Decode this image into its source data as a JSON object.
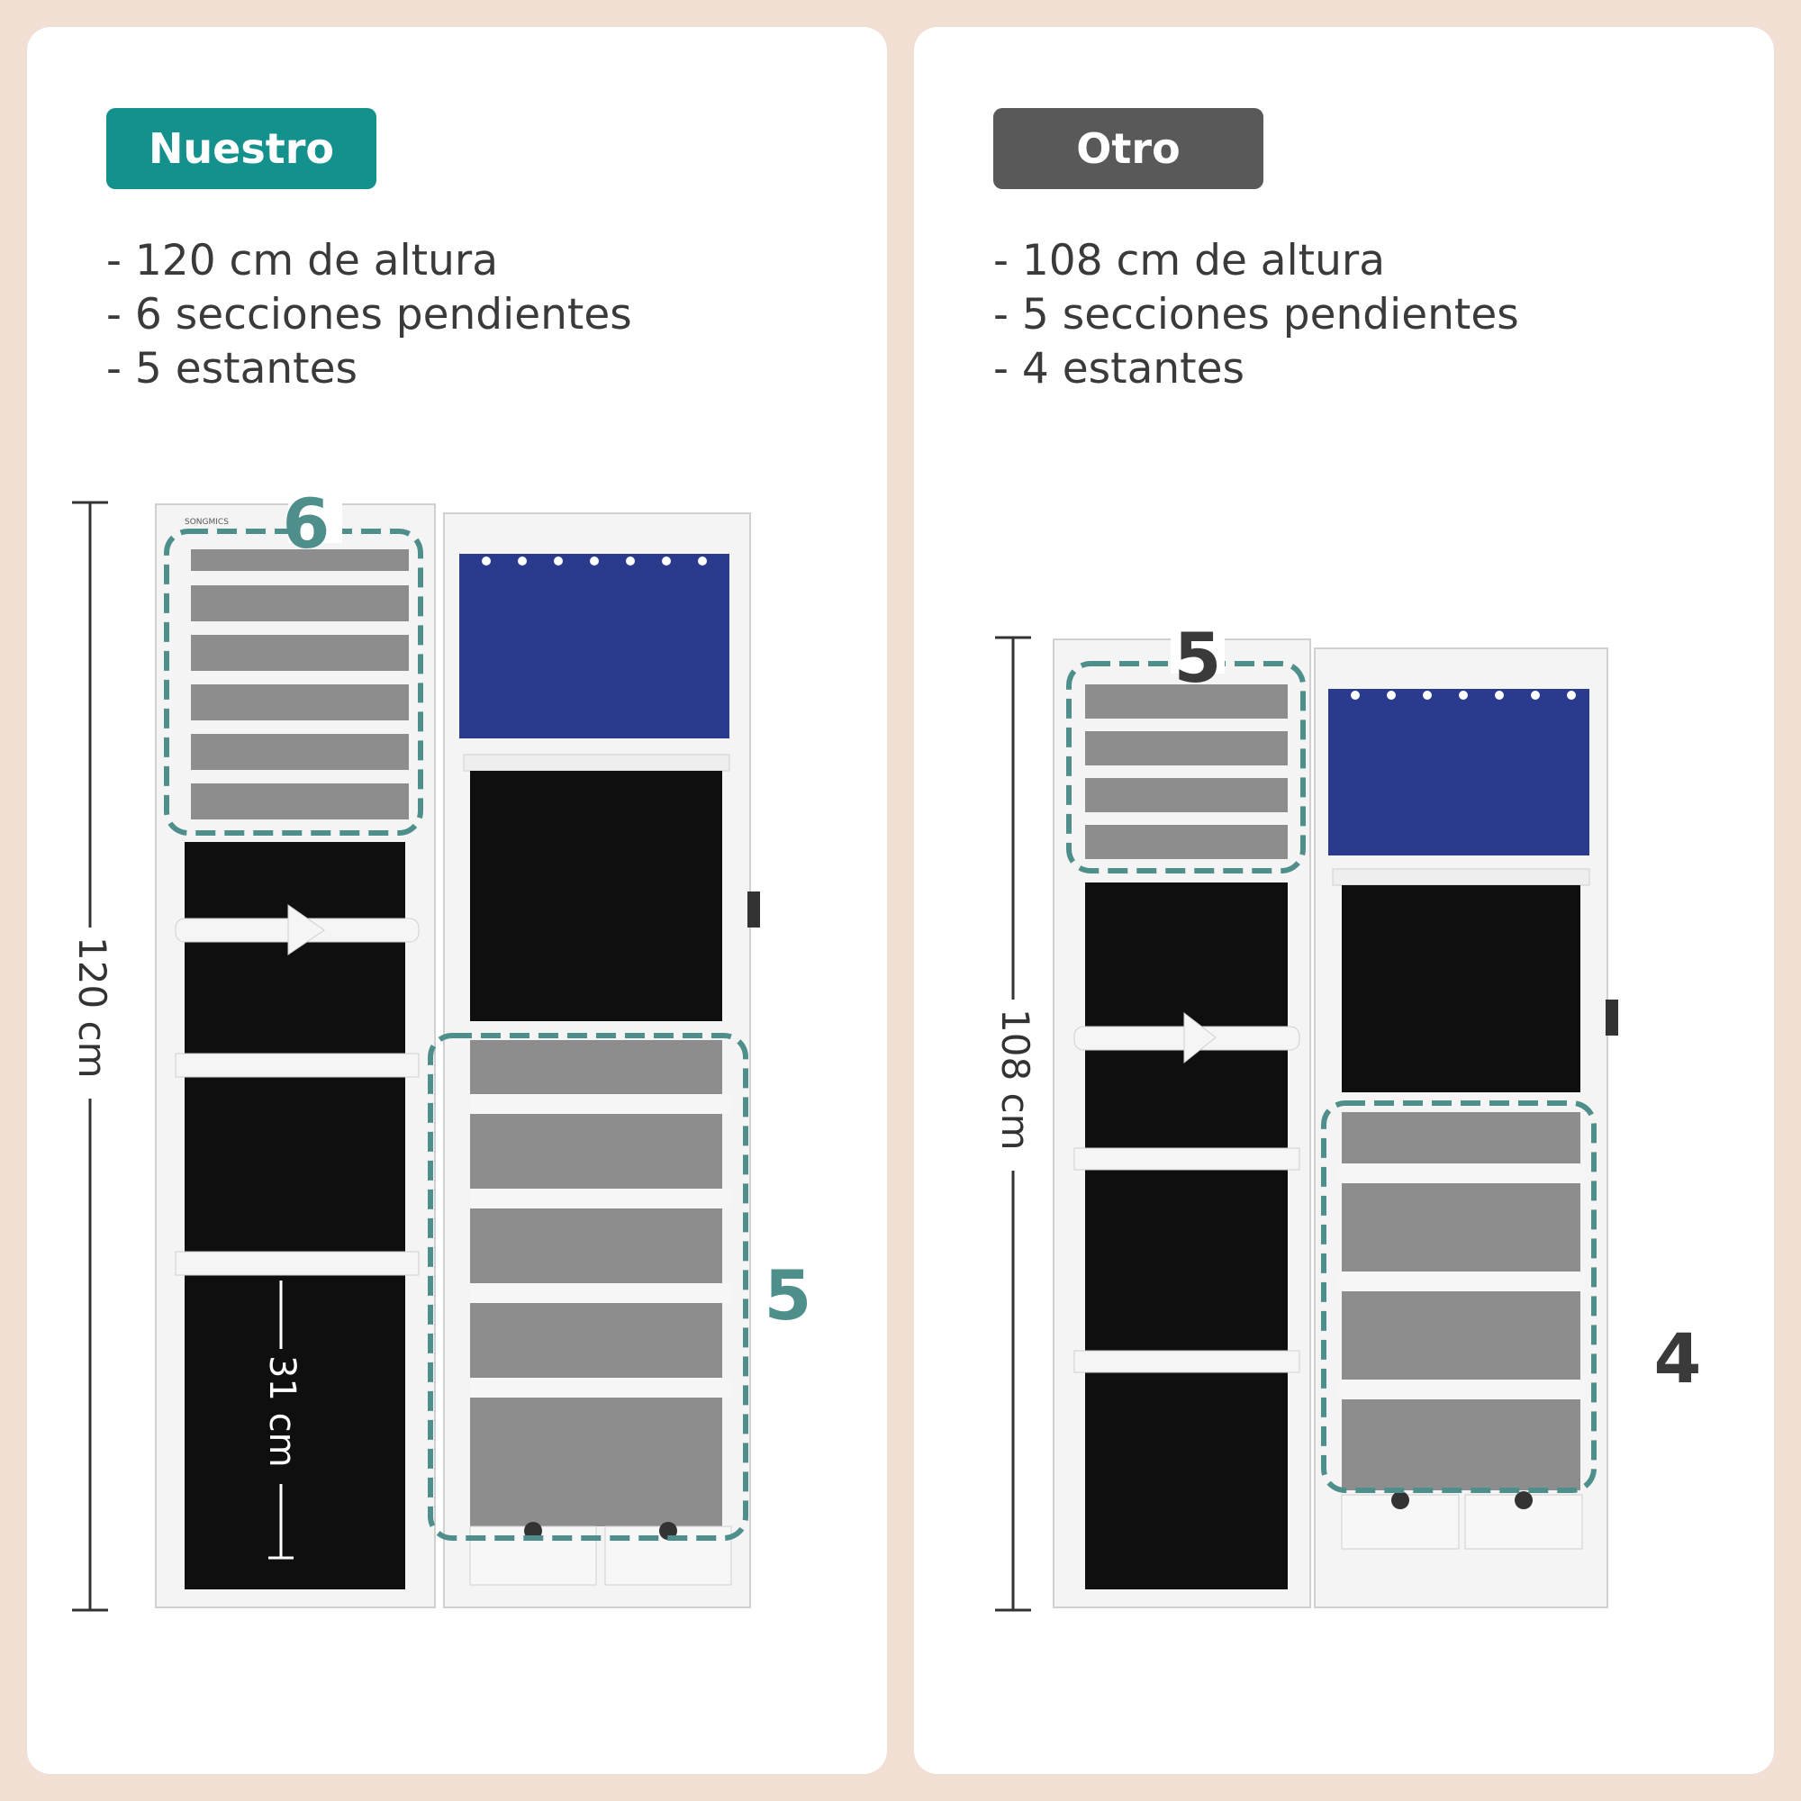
{
  "colors": {
    "background": "#f2dfd3",
    "card": "#ffffff",
    "ours_badge": "#14918d",
    "other_badge": "#595959",
    "dashed_outline": "#4f8f8b",
    "text": "#3a3a3a",
    "led_panel": "#2a3a8c"
  },
  "ours": {
    "badge": "Nuestro",
    "features": [
      "- 120 cm de altura",
      "- 6 secciones pendientes",
      "- 5 estantes"
    ],
    "brand": "SONGMICS",
    "earring_sections_count": "6",
    "shelves_count": "5",
    "height_label": "120 cm",
    "section_gap_label": "31 cm"
  },
  "other": {
    "badge": "Otro",
    "features": [
      "- 108 cm de altura",
      "- 5 secciones pendientes",
      "- 4 estantes"
    ],
    "earring_sections_count": "5",
    "shelves_count": "4",
    "height_label": "108 cm"
  }
}
